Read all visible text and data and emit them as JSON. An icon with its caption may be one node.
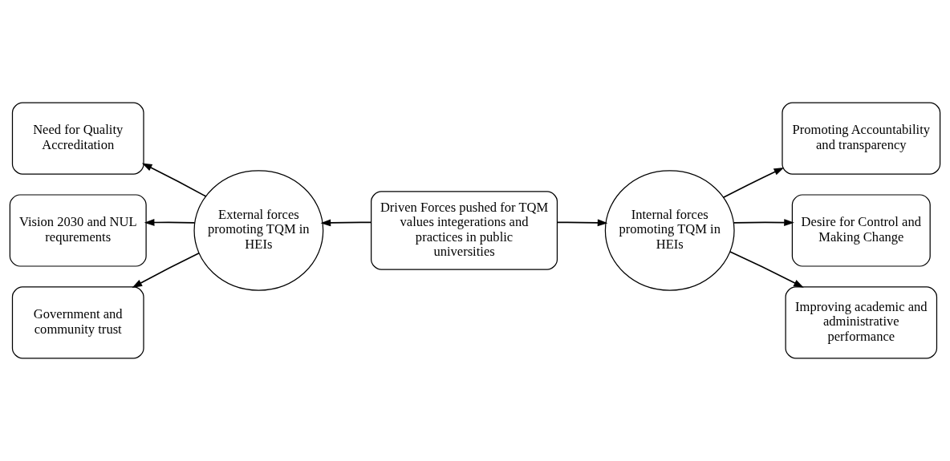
{
  "diagram": {
    "nodes": [
      {
        "text": [
          "Need for Quality Accreditation"
        ]
      },
      {
        "text": [
          "Vision 2030 and NUL requrements"
        ]
      },
      {
        "text": [
          "Government and community trust"
        ]
      },
      {
        "text": [
          "External forces promoting TQM in HEIs"
        ]
      },
      {
        "text": [
          "Driven Forces pushed for TQM values integerations and practices in public universities"
        ]
      },
      {
        "text": [
          "Internal forces promoting TQM in HEIs"
        ]
      },
      {
        "text": [
          "Promoting Accountability and transparency"
        ]
      },
      {
        "text": [
          "Desire for Control and Making Change"
        ]
      },
      {
        "text": [
          "Improving academic and administrative performance"
        ]
      }
    ],
    "edges": [
      {
        "from": 4,
        "to": 3,
        "arrow": "to"
      },
      {
        "from": 4,
        "to": 5,
        "arrow": "to"
      },
      {
        "from": 3,
        "to": 0,
        "arrow": "to"
      },
      {
        "from": 3,
        "to": 1,
        "arrow": "to"
      },
      {
        "from": 3,
        "to": 2,
        "arrow": "to"
      },
      {
        "from": 5,
        "to": 6,
        "arrow": "to"
      },
      {
        "from": 5,
        "to": 7,
        "arrow": "to"
      },
      {
        "from": 5,
        "to": 8,
        "arrow": "to"
      }
    ]
  }
}
